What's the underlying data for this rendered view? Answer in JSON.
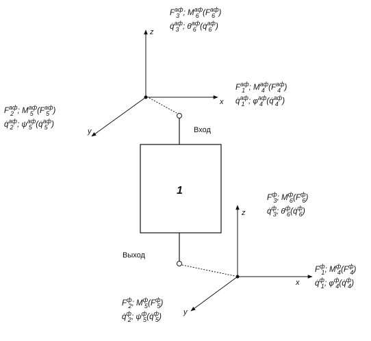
{
  "diagram": {
    "block_number": "1",
    "input_label": "Вход",
    "output_label": "Выход",
    "top_system": {
      "axis_x": "x",
      "axis_y": "y",
      "axis_z": "z",
      "z_forces": {
        "line1": {
          "f": "F",
          "fs": "3",
          "fp": "аф",
          "m": "M",
          "ms": "6",
          "mp": "аф",
          "g": "F",
          "gs": "6",
          "gp": "аф"
        },
        "line2": {
          "f": "q̇",
          "fs": "3",
          "fp": "аф",
          "m": "θ",
          "ms": "6",
          "mp": "аф",
          "g": "q̇",
          "gs": "6",
          "gp": "аф"
        }
      },
      "x_forces": {
        "line1": {
          "f": "F",
          "fs": "1",
          "fp": "аф",
          "m": "M",
          "ms": "4",
          "mp": "аф",
          "g": "F",
          "gs": "4",
          "gp": "аф"
        },
        "line2": {
          "f": "q̇",
          "fs": "1",
          "fp": "аф",
          "m": "φ",
          "ms": "4",
          "mp": "аф",
          "g": "q̇",
          "gs": "4",
          "gp": "аф"
        }
      },
      "y_forces": {
        "line1": {
          "f": "F",
          "fs": "2",
          "fp": "аф",
          "m": "M",
          "ms": "5",
          "mp": "аф",
          "g": "F",
          "gs": "5",
          "gp": "аф"
        },
        "line2": {
          "f": "q̇",
          "fs": "2",
          "fp": "аф",
          "m": "ψ",
          "ms": "5",
          "mp": "аф",
          "g": "q̇",
          "gs": "5",
          "gp": "аф"
        }
      }
    },
    "bottom_system": {
      "axis_x": "x",
      "axis_y": "y",
      "axis_z": "z",
      "z_forces": {
        "line1": {
          "f": "F",
          "fs": "3",
          "fp": "ф",
          "m": "M",
          "ms": "6",
          "mp": "ф",
          "g": "F",
          "gs": "6",
          "gp": "ф"
        },
        "line2": {
          "f": "q̇",
          "fs": "3",
          "fp": "ф",
          "m": "θ",
          "ms": "6",
          "mp": "ф",
          "g": "q̇",
          "gs": "6",
          "gp": "ф"
        }
      },
      "x_forces": {
        "line1": {
          "f": "F",
          "fs": "1",
          "fp": "ф",
          "m": "M",
          "ms": "4",
          "mp": "ф",
          "g": "F",
          "gs": "4",
          "gp": "ф"
        },
        "line2": {
          "f": "q̇",
          "fs": "1",
          "fp": "ф",
          "m": "φ",
          "ms": "4",
          "mp": "ф",
          "g": "q̇",
          "gs": "4",
          "gp": "ф"
        }
      },
      "y_forces": {
        "line1": {
          "f": "F",
          "fs": "2",
          "fp": "ф",
          "m": "M",
          "ms": "5",
          "mp": "ф",
          "g": "F",
          "gs": "5",
          "gp": "ф"
        },
        "line2": {
          "f": "q̇",
          "fs": "2",
          "fp": "ф",
          "m": "ψ",
          "ms": "5",
          "mp": "ф",
          "g": "q̇",
          "gs": "5",
          "gp": "ф"
        }
      }
    },
    "colors": {
      "ink": "#111111",
      "background": "#ffffff"
    }
  }
}
